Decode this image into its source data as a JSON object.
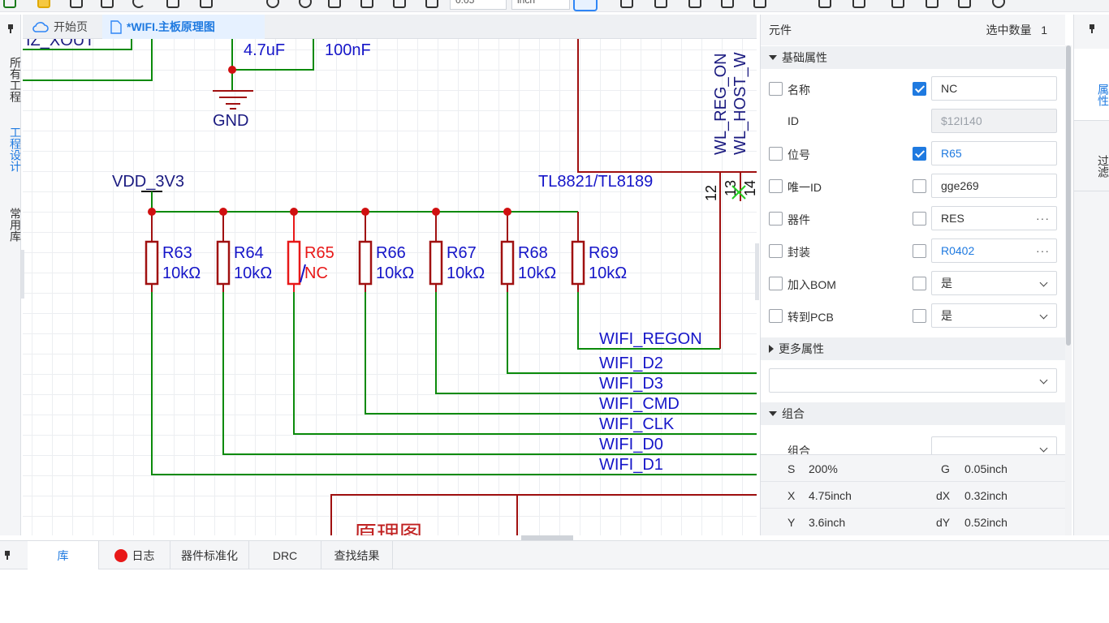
{
  "toolbar": {
    "zoom_value": "0.05",
    "unit_value": "inch"
  },
  "left_tabs": [
    {
      "label": "所有工程",
      "active": false
    },
    {
      "label": "工程设计",
      "active": true
    },
    {
      "label": "常用库",
      "active": false
    }
  ],
  "doc_tabs": [
    {
      "label": "开始页",
      "icon": "cloud-icon",
      "active": false
    },
    {
      "label": "*WIFI.主板原理图",
      "icon": "document-icon",
      "active": true
    }
  ],
  "schematic": {
    "partial_net_top_left": "IZ_XOUT",
    "cap_values": [
      "4.7uF",
      "100nF"
    ],
    "gnd_label": "GND",
    "power_label": "VDD_3V3",
    "chip_label": "TL8821/TL8189",
    "chip_pins_vertical": [
      "WL_REG_ON",
      "WL_HOST_W"
    ],
    "pin_numbers": [
      "12",
      "13",
      "14"
    ],
    "resistors": [
      {
        "ref": "R63",
        "value": "10kΩ",
        "selected": false
      },
      {
        "ref": "R64",
        "value": "10kΩ",
        "selected": false
      },
      {
        "ref": "R65",
        "value": "NC",
        "selected": true
      },
      {
        "ref": "R66",
        "value": "10kΩ",
        "selected": false
      },
      {
        "ref": "R67",
        "value": "10kΩ",
        "selected": false
      },
      {
        "ref": "R68",
        "value": "10kΩ",
        "selected": false
      },
      {
        "ref": "R69",
        "value": "10kΩ",
        "selected": false
      }
    ],
    "net_labels": [
      "WIFI_REGON",
      "WIFI_D2",
      "WIFI_D3",
      "WIFI_CMD",
      "WIFI_CLK",
      "WIFI_D0",
      "WIFI_D1"
    ],
    "sheet_title_partial": "原理图"
  },
  "properties": {
    "header_title": "元件",
    "selected_count_label": "选中数量",
    "selected_count": "1",
    "basic_section": "基础属性",
    "rows": [
      {
        "label": "名称",
        "checked_left": false,
        "checked_right": true,
        "value": "NC",
        "style": "normal",
        "control": "text"
      },
      {
        "label": "ID",
        "checked_left": null,
        "checked_right": null,
        "value": "$12I140",
        "style": "disabled",
        "control": "text"
      },
      {
        "label": "位号",
        "checked_left": false,
        "checked_right": true,
        "value": "R65",
        "style": "link",
        "control": "text"
      },
      {
        "label": "唯一ID",
        "checked_left": false,
        "checked_right": false,
        "value": "gge269",
        "style": "normal",
        "control": "text"
      },
      {
        "label": "器件",
        "checked_left": false,
        "checked_right": false,
        "value": "RES",
        "style": "normal",
        "control": "dots"
      },
      {
        "label": "封装",
        "checked_left": false,
        "checked_right": false,
        "value": "R0402",
        "style": "link",
        "control": "dots"
      },
      {
        "label": "加入BOM",
        "checked_left": false,
        "checked_right": false,
        "value": "是",
        "style": "normal",
        "control": "select"
      },
      {
        "label": "转到PCB",
        "checked_left": false,
        "checked_right": false,
        "value": "是",
        "style": "normal",
        "control": "select"
      }
    ],
    "more_section": "更多属性",
    "more_select_value": "",
    "group_section": "组合",
    "group_label": "组合",
    "group_value": ""
  },
  "status": {
    "s_label": "S",
    "s_value": "200%",
    "g_label": "G",
    "g_value": "0.05inch",
    "x_label": "X",
    "x_value": "4.75inch",
    "dx_label": "dX",
    "dx_value": "0.32inch",
    "y_label": "Y",
    "y_value": "3.6inch",
    "dy_label": "dY",
    "dy_value": "0.52inch"
  },
  "right_tabs": [
    {
      "label": "属性",
      "active": true
    },
    {
      "label": "过滤",
      "active": false
    }
  ],
  "bottom_tabs": [
    {
      "label": "库",
      "active": true,
      "dot": false
    },
    {
      "label": "日志",
      "active": false,
      "dot": true
    },
    {
      "label": "器件标准化",
      "active": false,
      "dot": false
    },
    {
      "label": "DRC",
      "active": false,
      "dot": false
    },
    {
      "label": "查找结果",
      "active": false,
      "dot": false
    }
  ],
  "colors": {
    "wire": "#0a8a0a",
    "part": "#a01010",
    "junction": "#d01010",
    "text": "#1515c8",
    "accent": "#1f7ae0",
    "selected": "#e81818"
  }
}
